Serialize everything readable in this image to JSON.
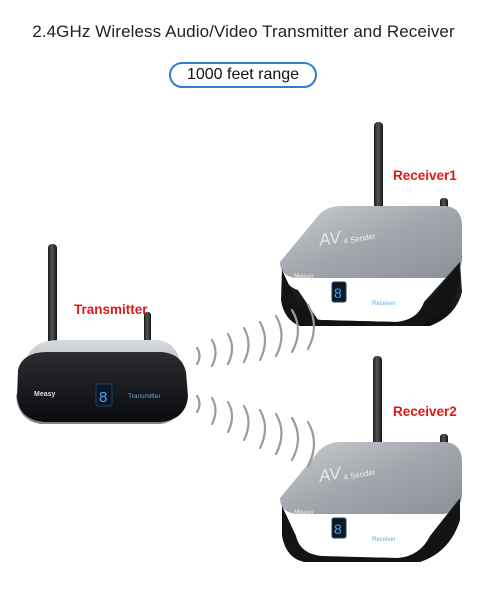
{
  "header": {
    "title": "2.4GHz Wireless Audio/Video Transmitter and Receiver",
    "range": "1000 feet range"
  },
  "devices": {
    "transmitter": {
      "label": "Transmitter",
      "brand": "Measy",
      "digit": "8",
      "tag": "Transmitter"
    },
    "receiver1": {
      "label": "Receiver1",
      "brand": "Measy",
      "digit": "8",
      "tag": "Receiver",
      "model": "AV",
      "model_sub": "4 Sender"
    },
    "receiver2": {
      "label": "Receiver2",
      "brand": "Measy",
      "digit": "8",
      "tag": "Receiver",
      "model": "AV",
      "model_sub": "4 Sender"
    }
  },
  "colors": {
    "label_red": "#e01818",
    "pill_border": "#2f7fd0",
    "display_blue": "#3da9ff",
    "body_silver": "#a9adb3"
  }
}
